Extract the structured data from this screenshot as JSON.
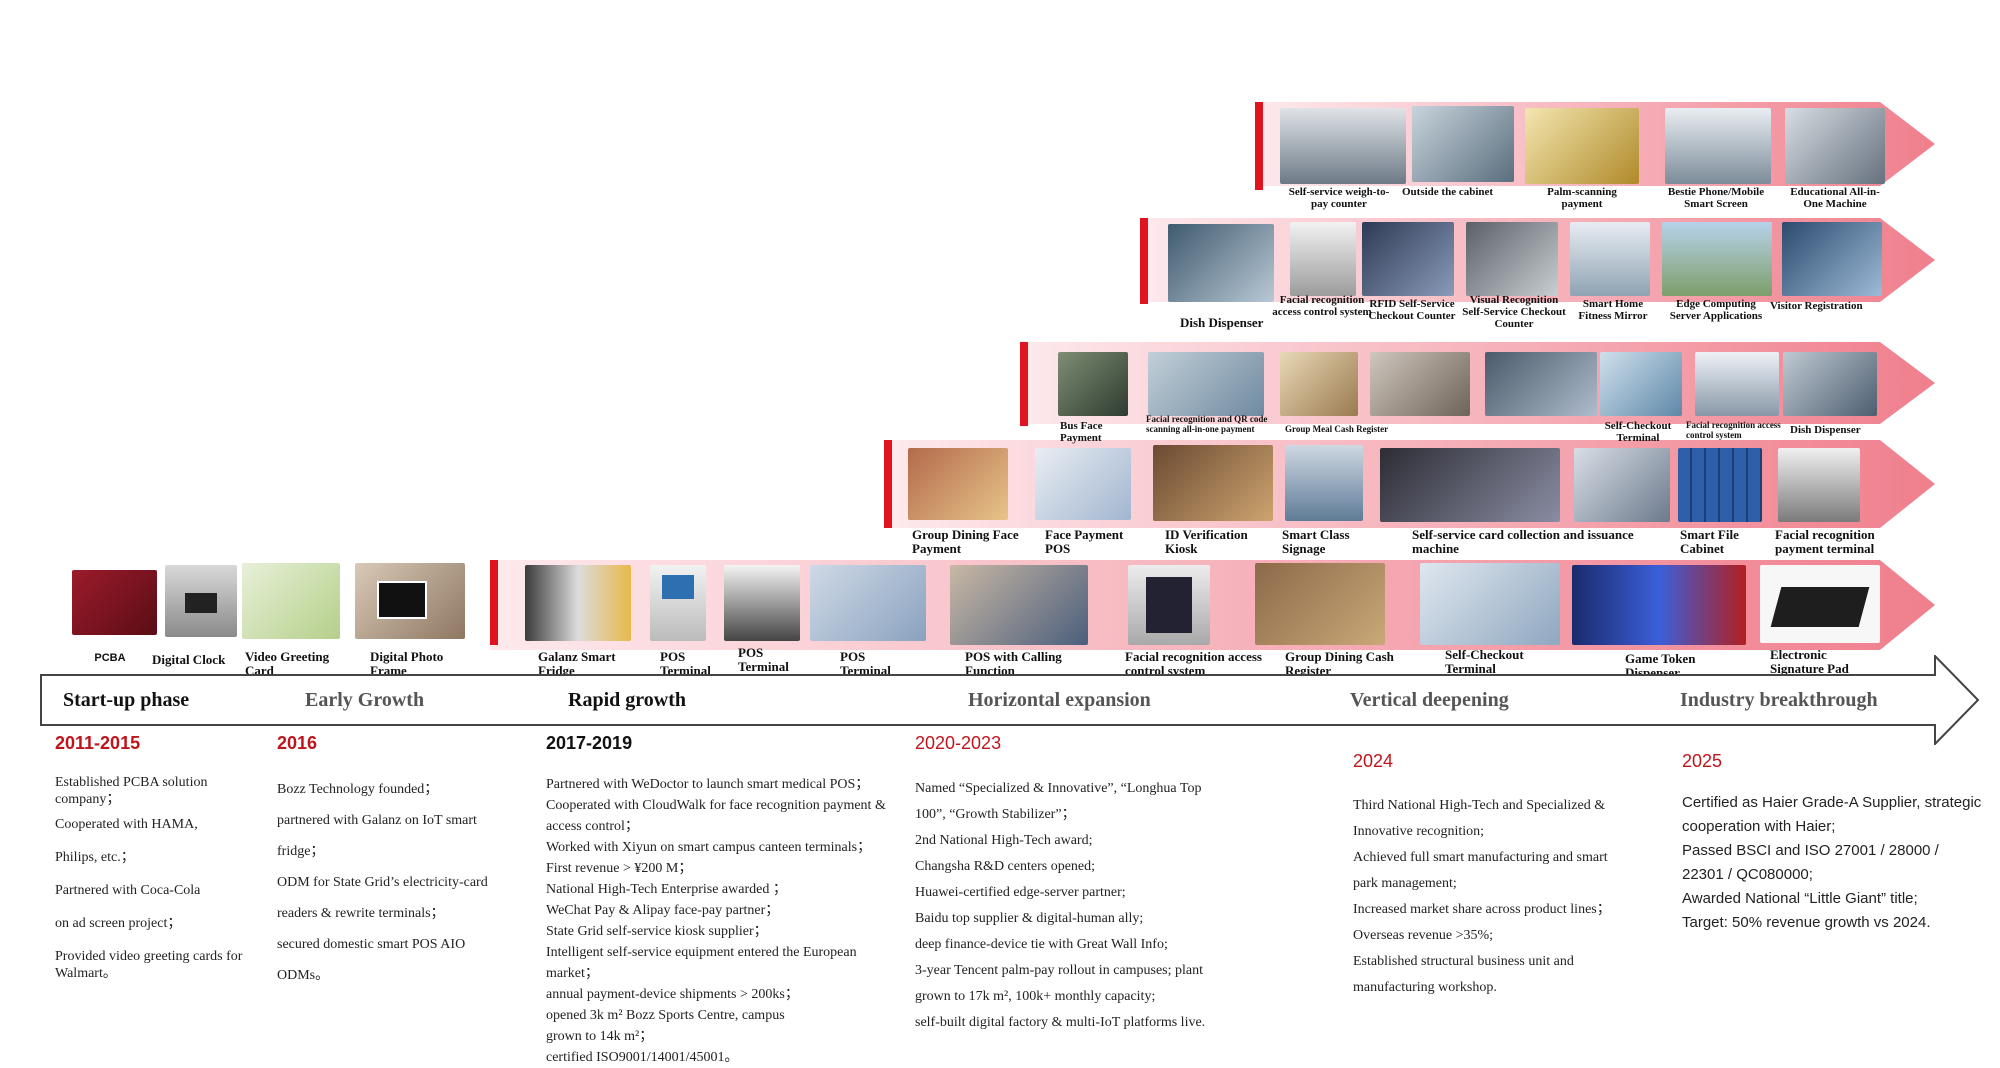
{
  "phases": [
    {
      "name": "Start-up phase",
      "years": "2011-2015",
      "items": [
        "Established PCBA solution company；",
        "Cooperated with HAMA,",
        "Philips, etc.；",
        "Partnered with Coca-Cola",
        "on ad screen project；",
        "Provided video greeting cards for Walmart。"
      ]
    },
    {
      "name": "Early Growth",
      "years": "2016",
      "items": [
        "Bozz Technology founded；",
        "partnered with Galanz on IoT smart fridge；",
        "ODM for State Grid’s electricity-card readers & rewrite terminals；",
        "secured domestic smart POS AIO ODMs。"
      ]
    },
    {
      "name": "Rapid growth",
      "years": "2017-2019",
      "items": [
        "Partnered with WeDoctor to launch smart medical POS；",
        "Cooperated with CloudWalk for face recognition payment & access control；",
        "Worked with Xiyun on smart campus canteen terminals；",
        "First revenue > ¥200 M；",
        "National High-Tech Enterprise awarded ；",
        "WeChat Pay & Alipay face-pay partner；",
        "State Grid self-service kiosk supplier；",
        "Intelligent self-service equipment entered the European market；",
        "annual payment-device shipments > 200ks；",
        "opened 3k m² Bozz Sports Centre, campus",
        "grown to 14k m²；",
        "certified ISO9001/14001/45001。"
      ]
    },
    {
      "name": "Horizontal expansion",
      "years": "2020-2023",
      "items": [
        "Named “Specialized & Innovative”, “Longhua Top 100”, “Growth Stabilizer”；",
        "2nd National High-Tech award;",
        "Changsha R&D  centers opened;",
        "Huawei-certified edge-server partner;",
        "Baidu top supplier & digital-human ally;",
        "deep finance-device tie with Great Wall Info;",
        "3-year Tencent palm-pay rollout in campuses; plant grown to 17k m², 100k+ monthly capacity;",
        "self-built digital factory & multi-IoT platforms live."
      ]
    },
    {
      "name": "Vertical deepening",
      "years": "2024",
      "items": [
        "Third National High-Tech and Specialized & Innovative recognition;",
        "Achieved full smart manufacturing and smart park management;",
        "Increased market share across product lines；",
        "Overseas revenue >35%;",
        "Established structural business unit and manufacturing workshop."
      ]
    },
    {
      "name": "Industry breakthrough",
      "years": "2025",
      "items": [
        "Certified as Haier Grade-A Supplier, strategic cooperation with Haier;",
        "Passed BSCI and ISO 27001 / 28000 / 22301 / QC080000;",
        "Awarded National  “Little Giant”  title;",
        "Target: 50% revenue growth vs 2024."
      ]
    }
  ],
  "products": {
    "row1": [
      "PCBA",
      "Digital Clock",
      "Video Greeting Card",
      "Digital Photo Frame",
      "Galanz Smart Fridge",
      "POS Terminal",
      "POS Terminal",
      "POS Terminal",
      "POS with Calling Function",
      "Facial recognition access control system",
      "Group Dining Cash Register",
      "Self-Checkout Terminal",
      "Game Token Dispenser",
      "Electronic Signature Pad"
    ],
    "row2": [
      "Group Dining Face Payment",
      "Face Payment POS",
      "ID Verification Kiosk",
      "Smart Class Signage",
      "Self-service card collection and issuance machine",
      "Smart File Cabinet",
      "Facial recognition payment terminal"
    ],
    "row3": [
      "Bus Face Payment",
      "Facial recognition and QR code scanning all-in-one payment",
      "Group Meal Cash Register",
      "Self-Checkout Terminal",
      "Facial recognition access control system",
      "Dish Dispenser"
    ],
    "row4": [
      "Dish Dispenser",
      "Facial recognition access control system",
      "RFID Self-Service Checkout Counter",
      "Visual Recognition Self-Service Checkout Counter",
      "Smart Home Fitness Mirror",
      "Edge Computing Server Applications",
      "Visitor Registration"
    ],
    "row5": [
      "Self-service weigh-to-pay counter",
      "Outside the cabinet",
      "Palm-scanning payment",
      "Bestie Phone/Mobile Smart Screen",
      "Educational All-in-One Machine"
    ]
  },
  "colors": {
    "accent": "#e0141e",
    "band_pink": "#f2a3ad",
    "year_red": "#c0141b"
  }
}
